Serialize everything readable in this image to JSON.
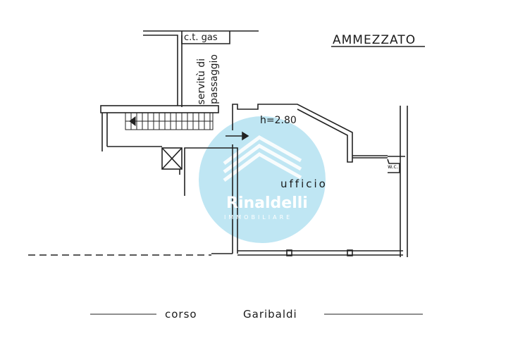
{
  "title": "AMMEZZATO",
  "labels": {
    "gas": "c.t. gas",
    "passage_line1": "servitù di",
    "passage_line2": "passaggio",
    "height": "h=2.80",
    "room": "ufficio",
    "wc": "w.c."
  },
  "street": {
    "word1": "corso",
    "word2": "Garibaldi"
  },
  "watermark": {
    "brand": "Rinaldelli",
    "subtitle": "IMMOBILIARE",
    "color": "#bfe6f3"
  }
}
